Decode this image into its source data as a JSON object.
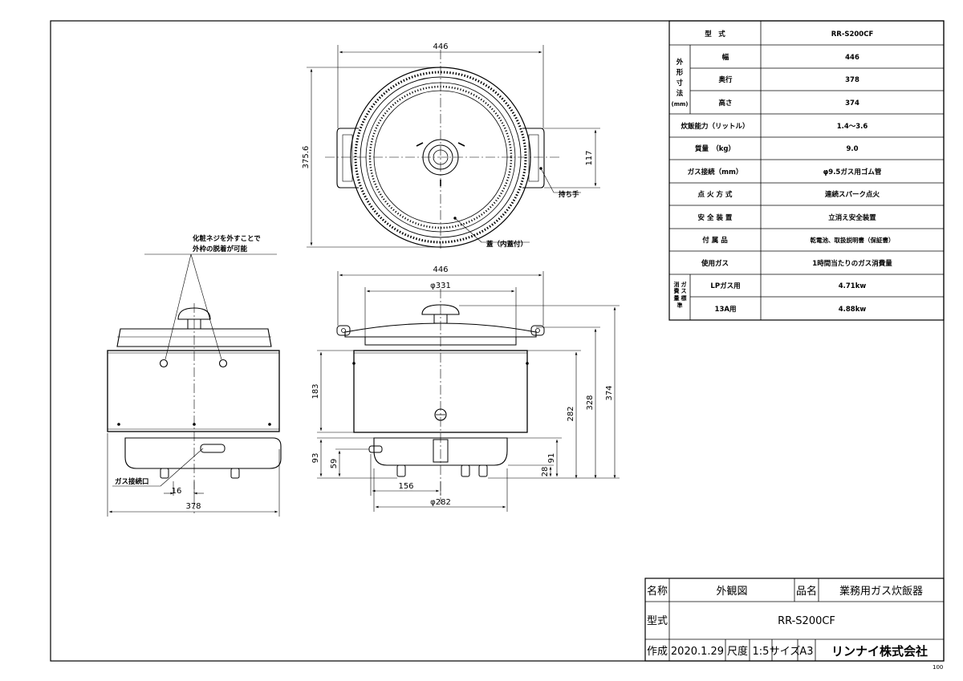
{
  "spec_table": {
    "header_label": "型　式",
    "header_value": "RR-S200CF",
    "outer_dims_group": [
      "外",
      "形",
      "寸",
      "法",
      "(mm)"
    ],
    "rows": [
      {
        "label": "幅",
        "value": "446"
      },
      {
        "label": "奥行",
        "value": "378"
      },
      {
        "label": "高さ",
        "value": "374"
      },
      {
        "label": "炊飯能力（リットル）",
        "value": "1.4〜3.6"
      },
      {
        "label": "質量　（kg）",
        "value": "9.0"
      },
      {
        "label": "ガス接続（mm）",
        "value": "φ9.5ガス用ゴム管"
      },
      {
        "label": "点 火 方 式",
        "value": "連続スパーク点火"
      },
      {
        "label": "安 全 装 置",
        "value": "立消え安全装置"
      },
      {
        "label": "付 属 品",
        "value": "乾電池、取扱説明書（保証書）"
      },
      {
        "label": "使用ガス",
        "value": "1時間当たりのガス消費量"
      }
    ],
    "consumption_group": [
      "消",
      "費",
      "ガ",
      "ス",
      "量",
      "標",
      "準"
    ],
    "consumption_rows": [
      {
        "label": "LPガス用",
        "value": "4.71kw"
      },
      {
        "label": "13A用",
        "value": "4.88kw"
      }
    ]
  },
  "dimensions": {
    "top_width": "446",
    "top_depth": "375.6",
    "top_handle": "117",
    "front_width": "446",
    "lid_diameter": "φ331",
    "body_height": "183",
    "total_height_1": "374",
    "total_height_2": "328",
    "total_height_3": "282",
    "base_93": "93",
    "base_59": "59",
    "base_91": "91",
    "base_28": "28",
    "offset_156": "156",
    "base_diameter": "φ282",
    "side_depth": "378",
    "side_16": "16"
  },
  "labels": {
    "handle": "持ち手",
    "lid": "蓋（内蓋付）",
    "note_line1": "化粧ネジを外すことで",
    "note_line2": "外枠の脱着が可能",
    "gas_inlet": "ガス接続口"
  },
  "title_block": {
    "name_label": "名称",
    "name_value": "外観図",
    "product_label": "品名",
    "product_value": "業務用ガス炊飯器",
    "model_label": "型式",
    "model_value": "RR-S200CF",
    "made_label": "作成",
    "date_value": "2020.1.29",
    "scale_label": "尺度",
    "scale_value": "1:5",
    "size_label": "サイズ",
    "size_value": "A3",
    "company": "リンナイ株式会社"
  },
  "corner_mark": "100"
}
